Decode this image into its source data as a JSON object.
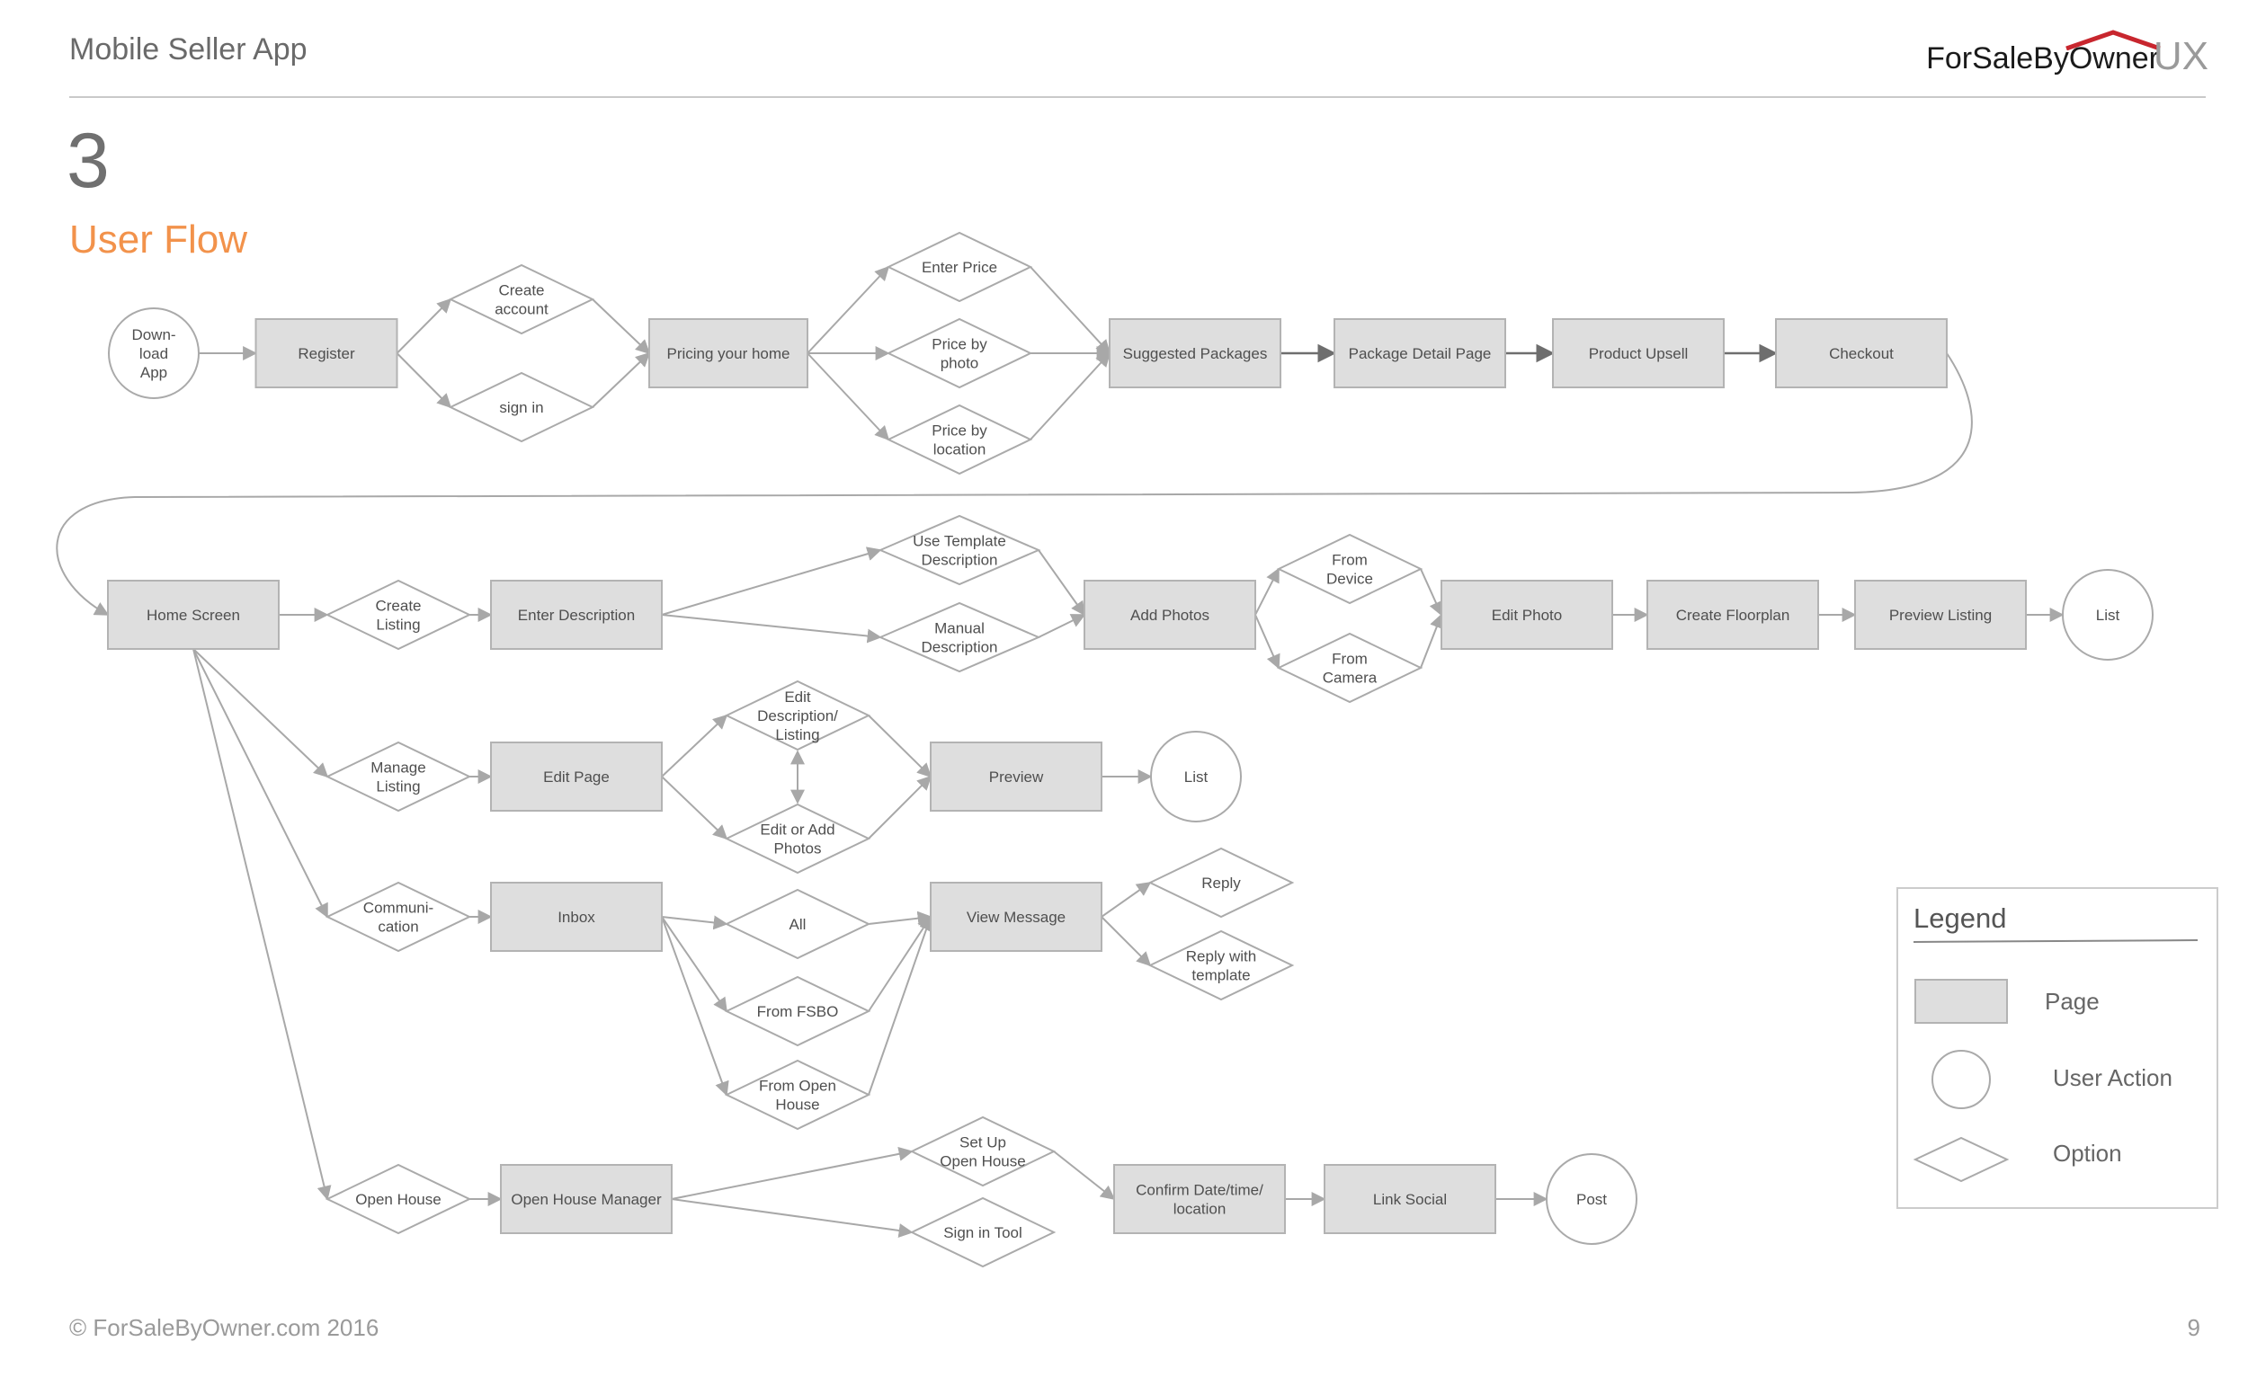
{
  "header": {
    "app_title": "Mobile Seller App",
    "brand_main": "ForSaleByOwner",
    "brand_ux": "UX"
  },
  "section": {
    "number": "3",
    "title": "User Flow"
  },
  "footer": {
    "copyright": "© ForSaleByOwner.com 2016",
    "page_number": "9"
  },
  "legend": {
    "title": "Legend",
    "items": [
      "Page",
      "User Action",
      "Option"
    ]
  },
  "colors": {
    "page_fill": "#dedede",
    "page_stroke": "#b3b3b3",
    "line": "#a8a8a8",
    "accent": "#f2924b",
    "brand_red": "#c8262e"
  },
  "nodes": {
    "download_app": [
      "Down-",
      "load",
      "App"
    ],
    "register": [
      "Register"
    ],
    "create_account": [
      "Create",
      "account"
    ],
    "sign_in": [
      "sign in"
    ],
    "pricing_home": [
      "Pricing your home"
    ],
    "enter_price": [
      "Enter Price"
    ],
    "price_by_photo": [
      "Price by",
      "photo"
    ],
    "price_by_location": [
      "Price by",
      "location"
    ],
    "suggested_packages": [
      "Suggested Packages"
    ],
    "package_detail": [
      "Package Detail Page"
    ],
    "product_upsell": [
      "Product Upsell"
    ],
    "checkout": [
      "Checkout"
    ],
    "home_screen": [
      "Home Screen"
    ],
    "create_listing": [
      "Create",
      "Listing"
    ],
    "enter_description": [
      "Enter Description"
    ],
    "use_template": [
      "Use Template",
      "Description"
    ],
    "manual_description": [
      "Manual",
      "Description"
    ],
    "add_photos": [
      "Add Photos"
    ],
    "from_device": [
      "From",
      "Device"
    ],
    "from_camera": [
      "From",
      "Camera"
    ],
    "edit_photo": [
      "Edit Photo"
    ],
    "create_floorplan": [
      "Create Floorplan"
    ],
    "preview_listing": [
      "Preview Listing"
    ],
    "list_1": [
      "List"
    ],
    "manage_listing": [
      "Manage",
      "Listing"
    ],
    "edit_page": [
      "Edit Page"
    ],
    "edit_description": [
      "Edit",
      "Description/",
      "Listing"
    ],
    "edit_add_photos": [
      "Edit or Add",
      "Photos"
    ],
    "preview": [
      "Preview"
    ],
    "list_2": [
      "List"
    ],
    "communication": [
      "Communi-",
      "cation"
    ],
    "inbox": [
      "Inbox"
    ],
    "all": [
      "All"
    ],
    "from_fsbo": [
      "From FSBO"
    ],
    "from_open_house": [
      "From Open",
      "House"
    ],
    "view_message": [
      "View Message"
    ],
    "reply": [
      "Reply"
    ],
    "reply_template": [
      "Reply with",
      "template"
    ],
    "open_house": [
      "Open House"
    ],
    "open_house_manager": [
      "Open House Manager"
    ],
    "set_up_open_house": [
      "Set Up",
      "Open House"
    ],
    "sign_in_tool": [
      "Sign in Tool"
    ],
    "confirm_date": [
      "Confirm Date/time/",
      "location"
    ],
    "link_social": [
      "Link Social"
    ],
    "post": [
      "Post"
    ]
  }
}
